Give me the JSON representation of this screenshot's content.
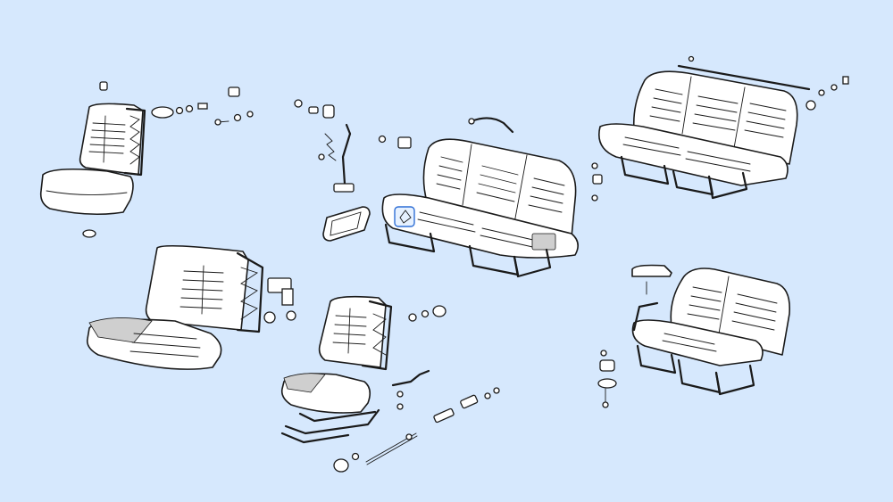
{
  "diagram": {
    "background": "#d6e8fd",
    "line_color": "#1a1a1a",
    "fill_color": "#ffffff",
    "highlight_color": "#2f6fd6",
    "parts": [
      "seat-assembly-small-front",
      "seat-assembly-large-front",
      "seat-assembly-adjustable-frame",
      "bench-seat-three-seater-center",
      "bench-seat-three-seater-right",
      "bench-seat-two-seater",
      "seat-hardware-fasteners"
    ]
  }
}
